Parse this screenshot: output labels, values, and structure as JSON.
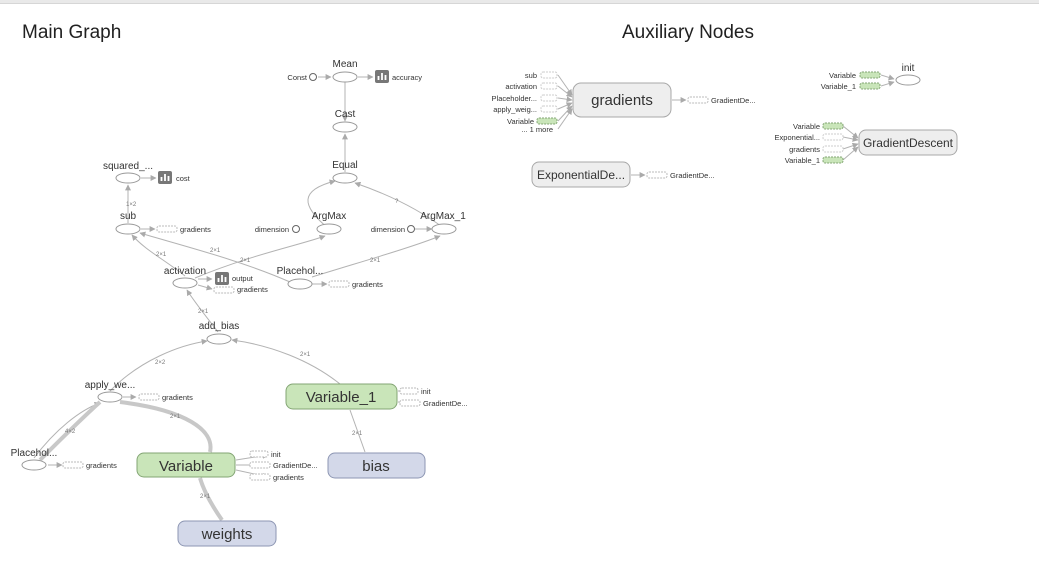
{
  "sections": {
    "main": "Main Graph",
    "aux": "Auxiliary Nodes"
  },
  "nodes": {
    "mean": "Mean",
    "const": "Const",
    "accuracy": "accuracy",
    "cast": "Cast",
    "equal": "Equal",
    "argmax": "ArgMax",
    "argmax1": "ArgMax_1",
    "dimension1": "dimension",
    "dimension2": "dimension",
    "squared": "squared_...",
    "cost": "cost",
    "sub": "sub",
    "sub_grad": "gradients",
    "activation": "activation",
    "output": "output",
    "act_grad": "gradients",
    "placeholder1": "Placehol...",
    "ph1_grad": "gradients",
    "add_bias": "add_bias",
    "apply_we": "apply_we...",
    "apply_grad": "gradients",
    "variable_1": "Variable_1",
    "v1_init": "init",
    "v1_gd": "GradientDe...",
    "placeholder2": "Placehol...",
    "ph2_grad": "gradients",
    "variable": "Variable",
    "var_init": "init",
    "var_gd": "GradientDe...",
    "var_grad": "gradients",
    "bias": "bias",
    "weights": "weights"
  },
  "aux": {
    "gradients": "gradients",
    "grad_inputs": [
      "sub",
      "activation",
      "Placeholder...",
      "apply_weig...",
      "Variable",
      "... 1 more"
    ],
    "grad_out": "GradientDe...",
    "expdecay": "ExponentialDe...",
    "exp_out": "GradientDe...",
    "init": "init",
    "init_inputs": [
      "Variable",
      "Variable_1"
    ],
    "gd": "GradientDescent",
    "gd_inputs": [
      "Variable",
      "Exponential...",
      "gradients",
      "Variable_1"
    ]
  },
  "edges": {
    "e_sq_sub": "1×2",
    "e_sub_act": "2×1",
    "e_sub_ph": "2×1",
    "e_act_bias": "2×1",
    "e_act_arg": "2×1",
    "e_ph_arg": "2×1",
    "e_bias_apply": "2×2",
    "e_bias_v1": "2×1",
    "e_apply_ph": "4×2",
    "e_apply_var": "2×1",
    "e_var_w": "2×1",
    "e_v1_bias": "2×1",
    "e_eq": "?"
  },
  "colors": {
    "node_fill": "#ffffff",
    "node_stroke": "#999999",
    "meta_fill": "#d3d8e9",
    "meta_stroke": "#8d96b3",
    "var_fill": "#c9e5b9",
    "var_stroke": "#83a574",
    "group_fill": "#eeeeee",
    "group_stroke": "#a8a8a8",
    "edge": "#b3b3b3"
  }
}
